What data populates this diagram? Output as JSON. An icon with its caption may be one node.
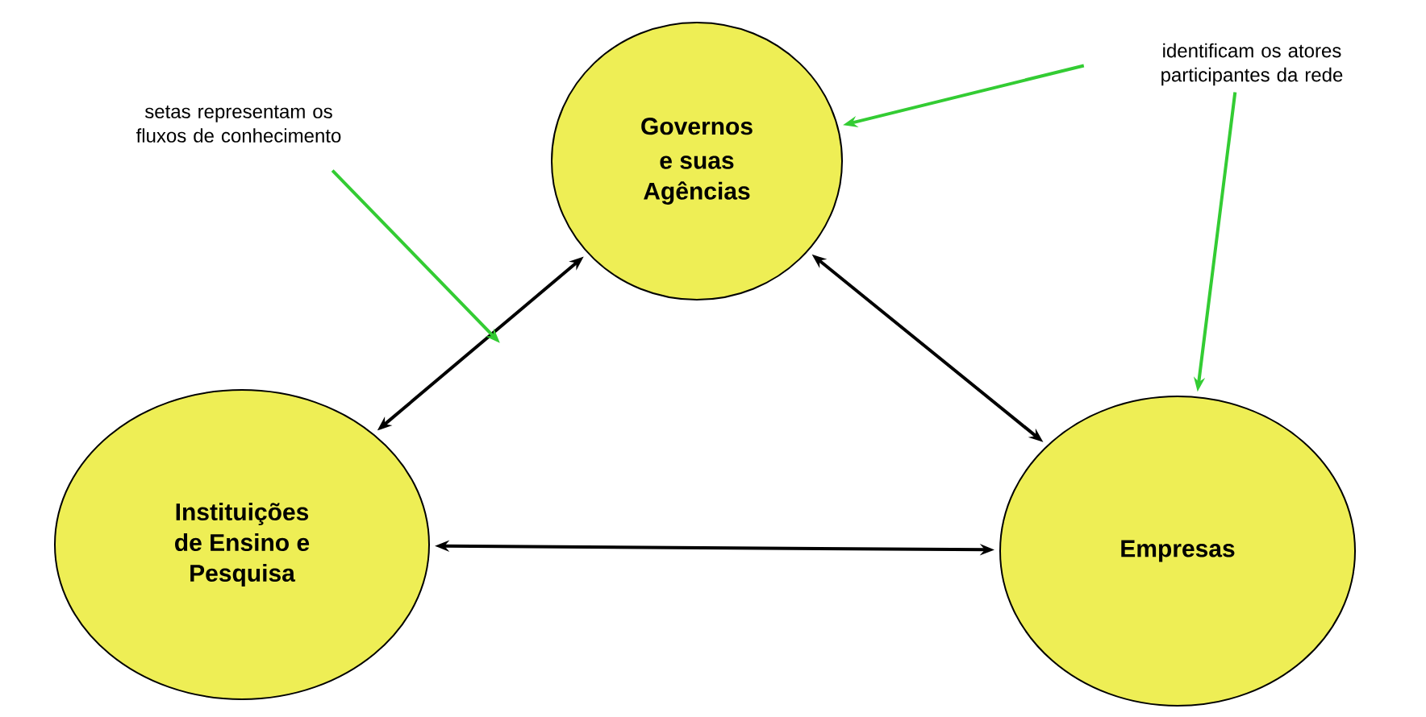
{
  "diagram": {
    "nodes": [
      {
        "text": [
          "Governos",
          "e suas Agências"
        ]
      },
      {
        "text": [
          "Instituições de Ensino e Pesquisa"
        ]
      },
      {
        "text": [
          "Empresas"
        ]
      },
      {
        "text": [
          "setas representam os fluxos de conhecimento"
        ]
      },
      {
        "text": [
          "identificam os atores participantes da rede"
        ]
      }
    ],
    "edges": [
      {
        "from": 1,
        "to": 0,
        "arrow": "both"
      },
      {
        "from": 0,
        "to": 2,
        "arrow": "both"
      },
      {
        "from": 1,
        "to": 2,
        "arrow": "both"
      },
      {
        "from": 3,
        "to": null,
        "arrow": "to",
        "color": "#33cc33"
      },
      {
        "from": 4,
        "to": 0,
        "arrow": "to",
        "color": "#33cc33"
      },
      {
        "from": 4,
        "to": 2,
        "arrow": "to",
        "color": "#33cc33"
      }
    ]
  }
}
